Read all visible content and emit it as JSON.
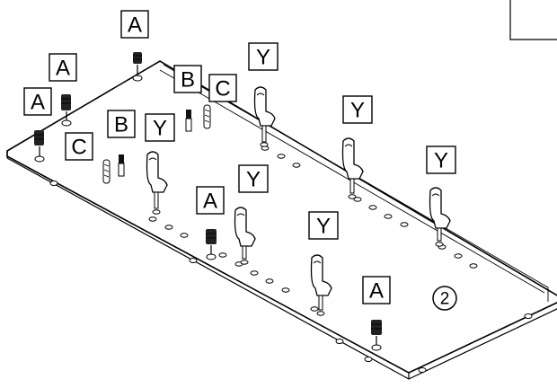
{
  "labels": {
    "insert": "A",
    "pin": "B",
    "dowel": "C",
    "bracket": "Y"
  },
  "step_number": "2"
}
